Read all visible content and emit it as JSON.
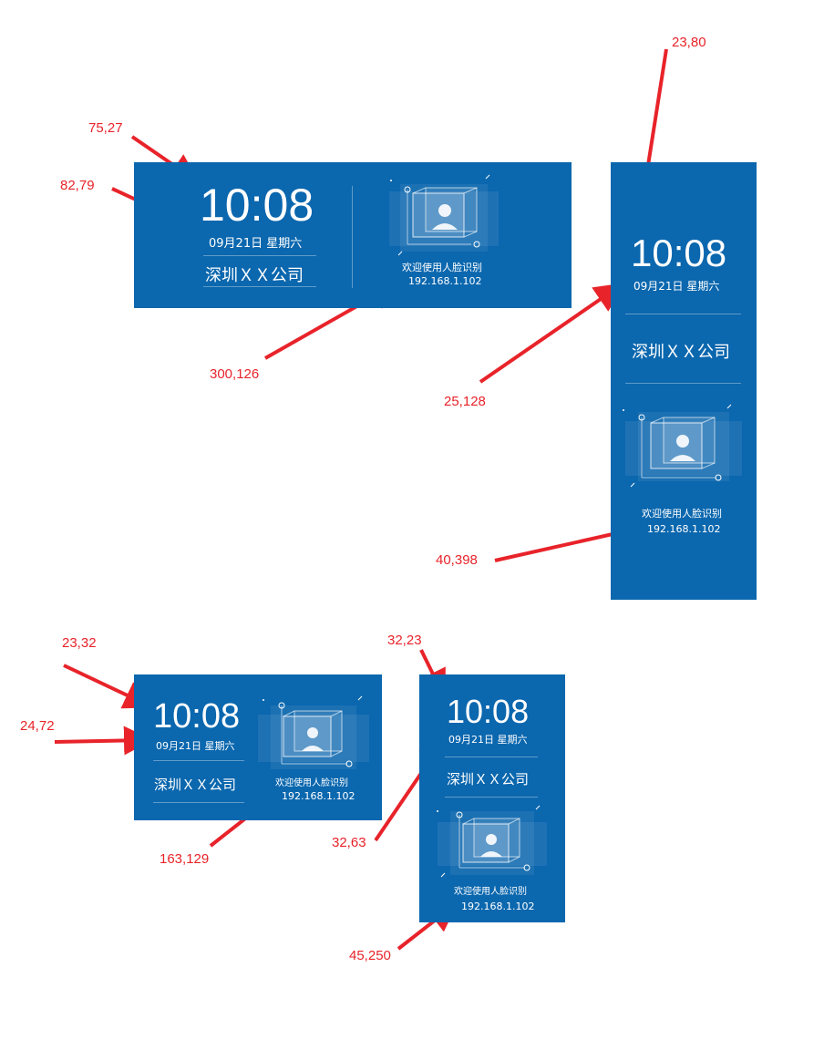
{
  "panels": [
    {
      "time": "10:08",
      "date": "09月21日 星期六",
      "company": "深圳ＸＸ公司",
      "welcome": "欢迎使用人脸识别",
      "ip": "192.168.1.102"
    },
    {
      "time": "10:08",
      "date": "09月21日 星期六",
      "company": "深圳ＸＸ公司",
      "welcome": "欢迎使用人脸识别",
      "ip": "192.168.1.102"
    },
    {
      "time": "10:08",
      "date": "09月21日 星期六",
      "company": "深圳ＸＸ公司",
      "welcome": "欢迎使用人脸识别",
      "ip": "192.168.1.102"
    },
    {
      "time": "10:08",
      "date": "09月21日 星期六",
      "company": "深圳ＸＸ公司",
      "welcome": "欢迎使用人脸识别",
      "ip": "192.168.1.102"
    }
  ],
  "annotations": [
    "75,27",
    "82,79",
    "300,126",
    "23,80",
    "25,128",
    "40,398",
    "23,32",
    "24,72",
    "163,129",
    "32,23",
    "32,63",
    "45,250"
  ],
  "colors": {
    "panel_bg": "#0b67ae",
    "annotation": "#e8232a",
    "text": "#ffffff"
  },
  "icons": [
    "face-recognition-icon"
  ]
}
